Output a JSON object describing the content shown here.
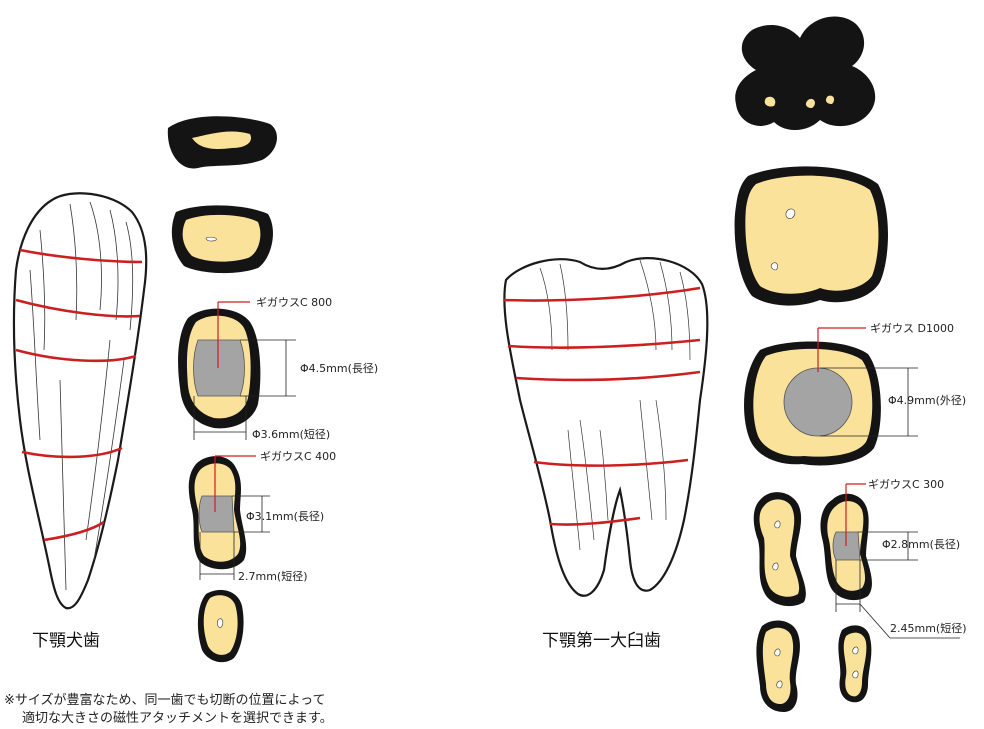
{
  "canine": {
    "name": "下顎犬歯",
    "magnet_c800": "ギガウスC 800",
    "magnet_c400": "ギガウスC 400",
    "dim_45_long": "Φ4.5mm(長径)",
    "dim_36_short": "Φ3.6mm(短径)",
    "dim_31_long": "Φ3.1mm(長径)",
    "dim_27_short": "2.7mm(短径)"
  },
  "molar": {
    "name": "下顎第一大臼歯",
    "magnet_d1000": "ギガウス D1000",
    "magnet_c300": "ギガウスC 300",
    "dim_49_outer": "Φ4.9mm(外径)",
    "dim_28_long": "Φ2.8mm(長径)",
    "dim_245_short": "2.45mm(短径)"
  },
  "note": {
    "line1": "※サイズが豊富なため、同一歯でも切断の位置によって",
    "line2": "適切な大きさの磁性アタッチメントを選択できます。"
  },
  "colors": {
    "dentin": "#fbe29a",
    "enamel": "#141414",
    "magnet": "#a4a4a4",
    "cutline": "#cc1f1f"
  }
}
